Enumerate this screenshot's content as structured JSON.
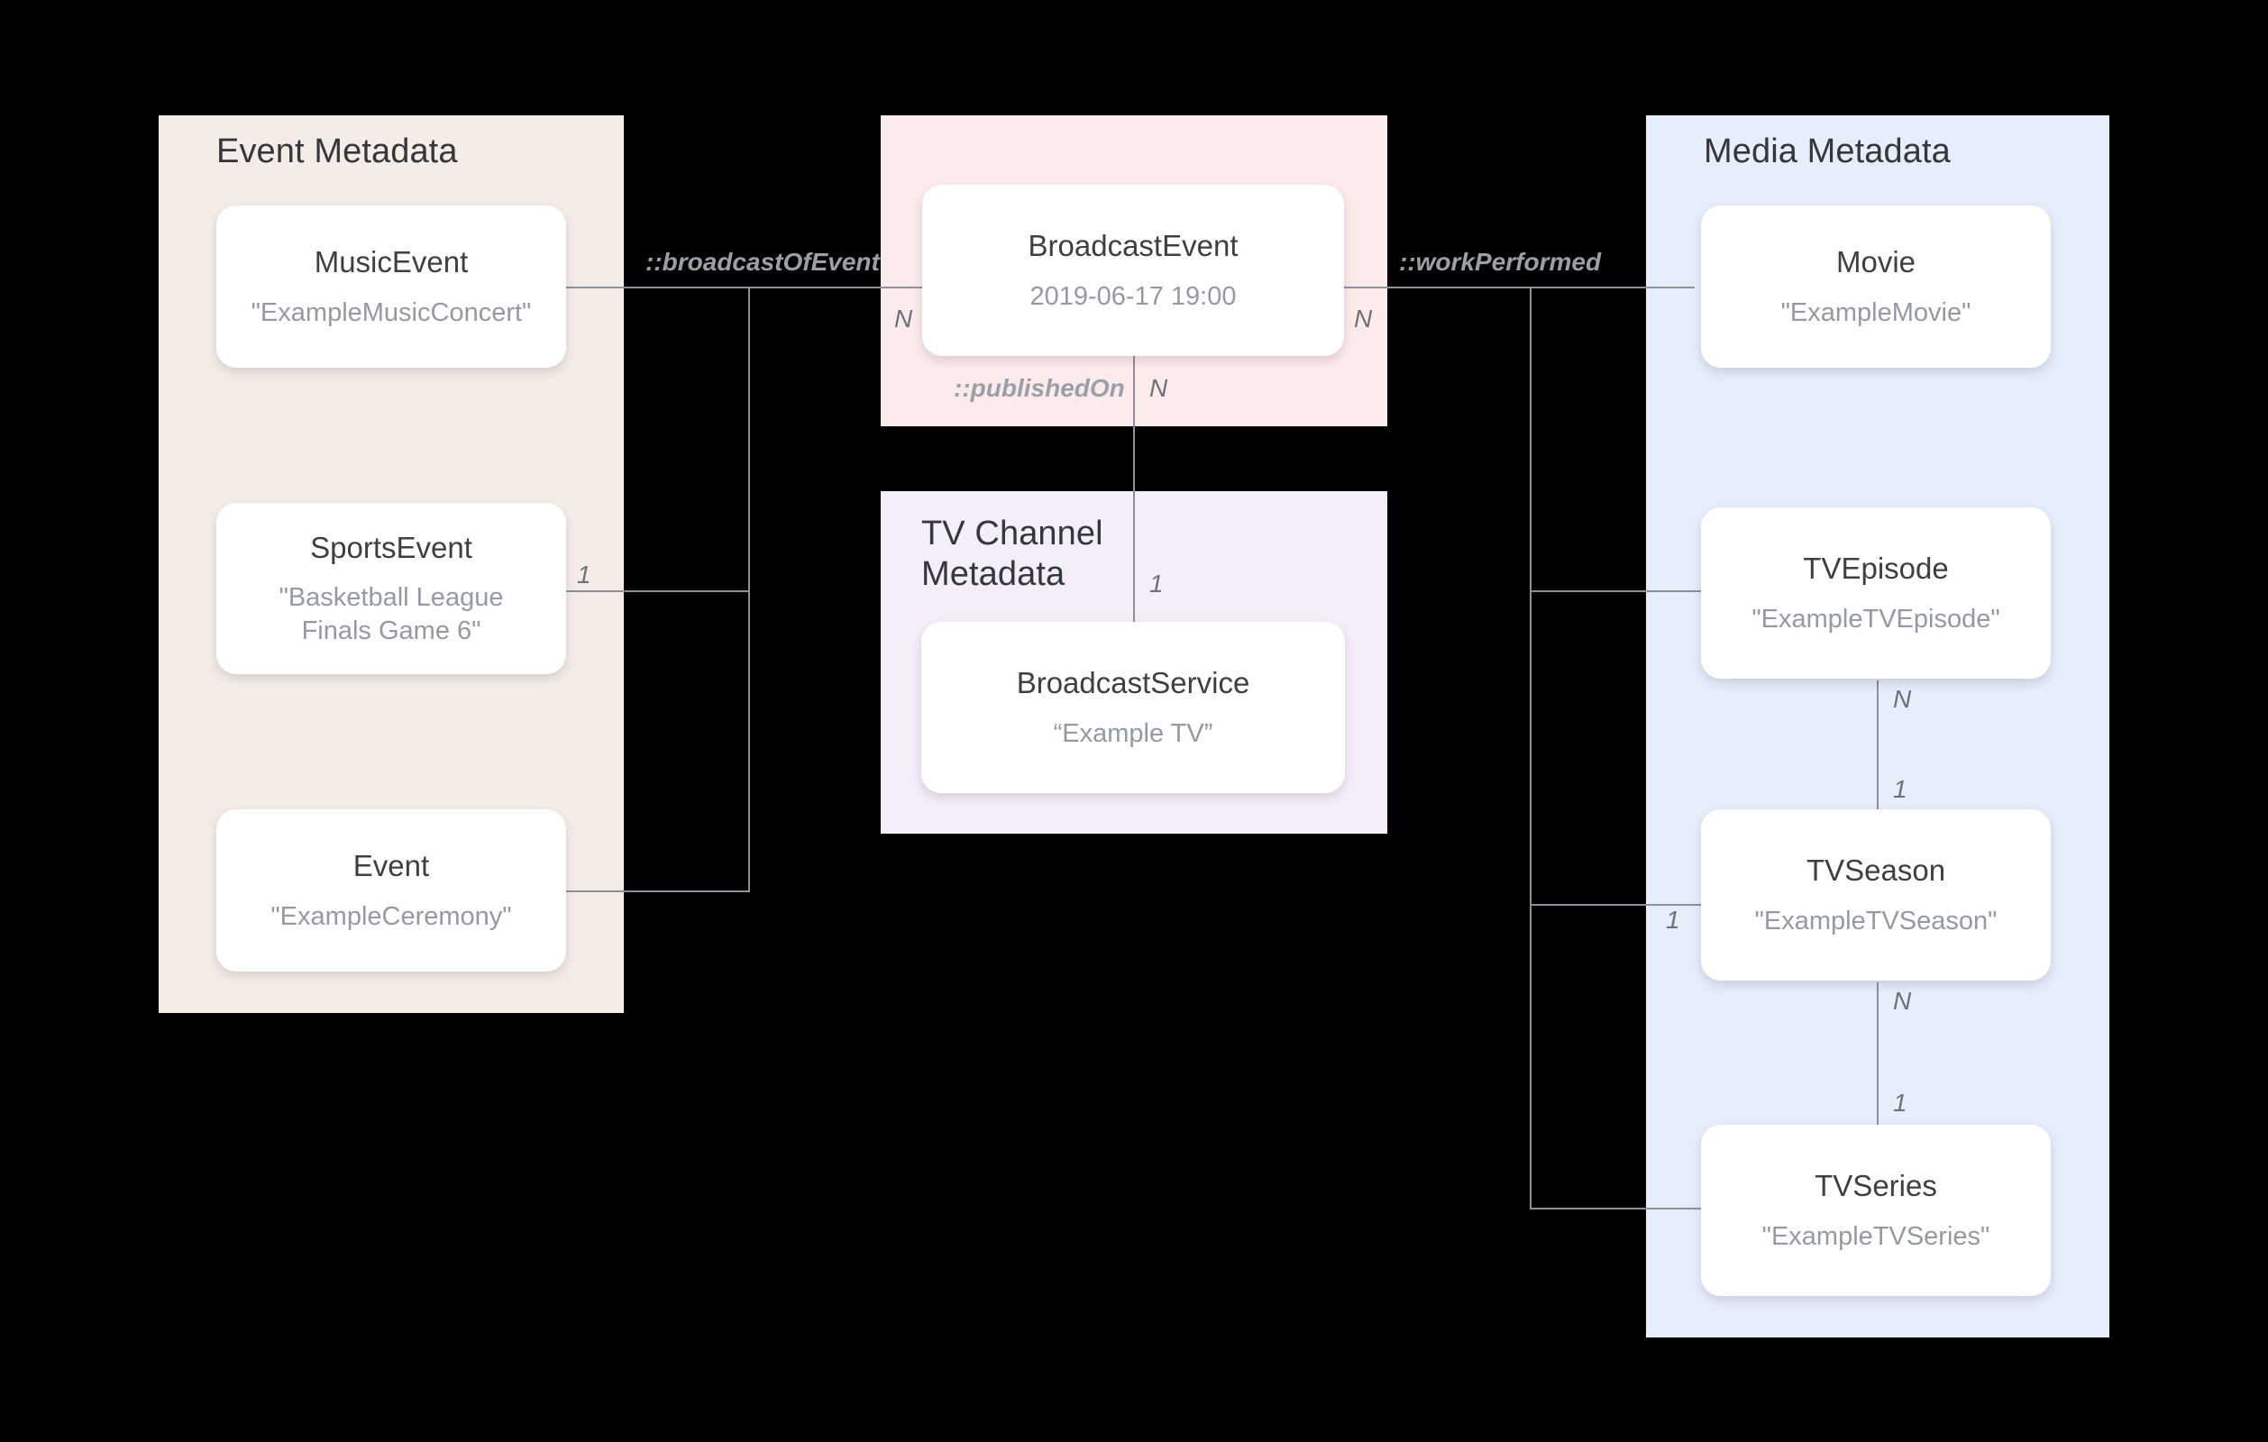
{
  "panels": [
    {
      "id": "event-metadata",
      "title": "Event Metadata",
      "color": "#f5ece7"
    },
    {
      "id": "broadcast",
      "title": "",
      "color": "#fdeaea"
    },
    {
      "id": "tv-channel",
      "title": "TV Channel\nMetadata",
      "color": "#f4eefb"
    },
    {
      "id": "media-metadata",
      "title": "Media Metadata",
      "color": "#e6edfb"
    }
  ],
  "nodes": [
    {
      "id": "music-event",
      "title": "MusicEvent",
      "value": "\"ExampleMusicConcert\""
    },
    {
      "id": "sports-event",
      "title": "SportsEvent",
      "value": "\"Basketball League Finals Game 6\""
    },
    {
      "id": "event",
      "title": "Event",
      "value": "\"ExampleCeremony\""
    },
    {
      "id": "broadcast-event",
      "title": "BroadcastEvent",
      "value": "2019-06-17 19:00"
    },
    {
      "id": "broadcast-service",
      "title": "BroadcastService",
      "value": "“Example TV”"
    },
    {
      "id": "movie",
      "title": "Movie",
      "value": "\"ExampleMovie\""
    },
    {
      "id": "tv-episode",
      "title": "TVEpisode",
      "value": "\"ExampleTVEpisode\""
    },
    {
      "id": "tv-season",
      "title": "TVSeason",
      "value": "\"ExampleTVSeason\""
    },
    {
      "id": "tv-series",
      "title": "TVSeries",
      "value": "\"ExampleTVSeries\""
    }
  ],
  "relations": [
    {
      "id": "broadcast-of-event",
      "label": "::broadcastOfEvent"
    },
    {
      "id": "work-performed",
      "label": "::workPerformed"
    },
    {
      "id": "published-on",
      "label": "::publishedOn"
    }
  ],
  "cardinalities": [
    {
      "id": "sports-event-right",
      "value": "1"
    },
    {
      "id": "broadcast-event-left",
      "value": "N"
    },
    {
      "id": "broadcast-event-right",
      "value": "N"
    },
    {
      "id": "broadcast-event-bottom",
      "value": "N"
    },
    {
      "id": "broadcast-service-top",
      "value": "1"
    },
    {
      "id": "tv-episode-bottom",
      "value": "N"
    },
    {
      "id": "tv-season-top",
      "value": "1"
    },
    {
      "id": "tv-season-left",
      "value": "1"
    },
    {
      "id": "tv-season-bottom",
      "value": "N"
    },
    {
      "id": "tv-series-top",
      "value": "1"
    }
  ],
  "colors": {
    "background": "#000000",
    "line": "#8e9296",
    "node_fill": "#ffffff",
    "node_title": "#3c3f44",
    "node_value": "#949aa3",
    "relation_label": "#9aa0a8",
    "cardinality": "#6e7176"
  }
}
